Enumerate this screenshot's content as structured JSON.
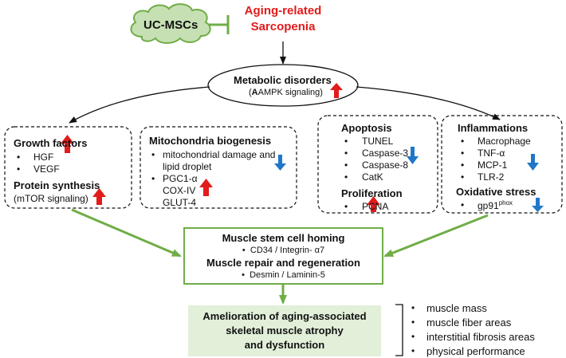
{
  "colors": {
    "green": "#70ad47",
    "green_fill": "#e2efd9",
    "cloud_fill": "#c6e0b4",
    "red": "#e21b1b",
    "blue": "#1f77c8"
  },
  "cloud": {
    "label": "UC-MSCs"
  },
  "title": {
    "line1": "Aging-related",
    "line2": "Sarcopenia"
  },
  "metabolic": {
    "title": "Metabolic disorders",
    "subtitle": "AMPK signaling"
  },
  "growth": {
    "title": "Growth factors",
    "items": [
      "HGF",
      "VEGF"
    ],
    "protein_title": "Protein synthesis",
    "protein_sub": "(mTOR signaling)"
  },
  "mito": {
    "title": "Mitochondria biogenesis",
    "item1_line1": "mitochondrial damage and",
    "item1_line2": "lipid droplet",
    "item2_line1": "PGC1-α",
    "item2_line2": "COX-IV",
    "item2_line3": "GLUT-4"
  },
  "apoptosis": {
    "title": "Apoptosis",
    "items": [
      "TUNEL",
      "Caspase-3",
      "Caspase-8",
      "CatK"
    ],
    "prolif_title": "Proliferation",
    "prolif_item": "PCNA"
  },
  "inflam": {
    "title": "Inflammations",
    "items": [
      "Macrophage",
      "TNF-α",
      "MCP-1",
      "TLR-2"
    ],
    "ox_title": "Oxidative stress",
    "ox_item": "gp91",
    "ox_sup": "phox"
  },
  "muscle": {
    "title1": "Muscle stem cell homing",
    "item1": "CD34 / Integrin- α7",
    "title2": "Muscle repair and regeneration",
    "item2": "Desmin / Laminin-5"
  },
  "outcome": {
    "line1": "Amelioration of aging-associated",
    "line2": "skeletal muscle atrophy",
    "line3": "and dysfunction"
  },
  "outcome_list": [
    "muscle mass",
    "muscle fiber areas",
    "interstitial fibrosis areas",
    "physical performance"
  ]
}
